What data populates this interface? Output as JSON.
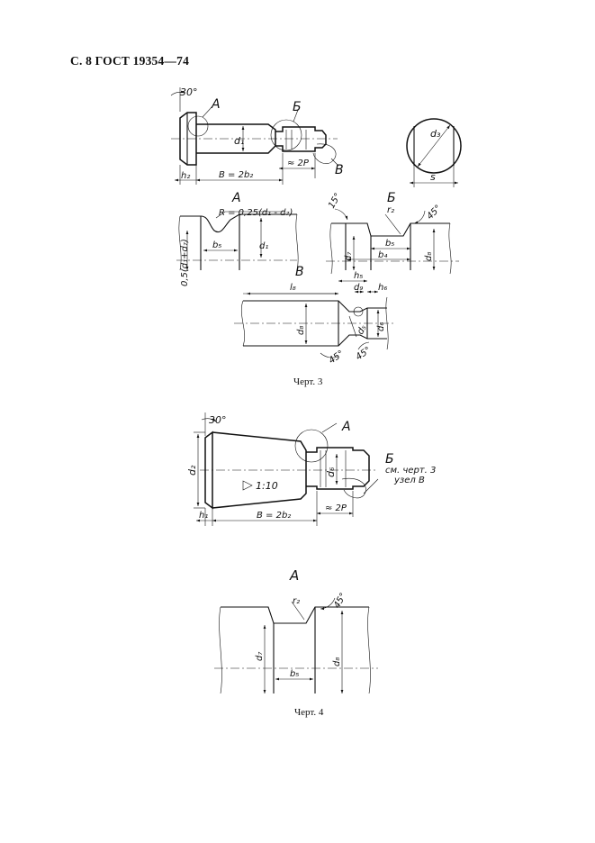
{
  "header": {
    "title": "С. 8 ГОСТ 19354—74"
  },
  "figure3": {
    "caption": "Черт. 3",
    "angle_top": "30°",
    "callout_a": "А",
    "callout_b": "Б",
    "callout_v": "В",
    "d1": "d₁",
    "h2": "h₂",
    "length_b": "B = 2b₂",
    "approx_2p": "≈ 2P",
    "d3": "d₃",
    "s": "s",
    "view_a": {
      "title": "А",
      "radius": "R = 0,25(d₁ - d₇)",
      "b5": "b₅",
      "d1": "d₁",
      "side": "0,5(d₁+d₇)"
    },
    "view_b": {
      "title": "Б",
      "angle15": "15°",
      "r2": "r₂",
      "angle45": "45°",
      "b5": "b₅",
      "b4": "b₄",
      "d7": "d₇",
      "d8": "d₈"
    },
    "view_v": {
      "title": "В",
      "l8": "l₈",
      "h5": "h₅",
      "d9": "d₉",
      "h6": "h₆",
      "d8": "d₈",
      "d5": "d₅",
      "d6": "d₆",
      "angle45a": "45°",
      "angle45b": "45°"
    }
  },
  "figure4": {
    "caption": "Черт. 4",
    "angle_top": "30°",
    "callout_a": "А",
    "callout_b": "Б",
    "note_line1": "см. черт. 3",
    "note_line2": "узел В",
    "d2": "d₂",
    "d6": "d₆",
    "taper": "1:10",
    "h1": "h₁",
    "length_b": "B = 2b₂",
    "approx_2p": "≈ 2P",
    "detail": {
      "title": "А",
      "r2": "r₂",
      "angle45": "45°",
      "d7": "d₇",
      "d8": "d₈",
      "b5": "b₅"
    }
  }
}
